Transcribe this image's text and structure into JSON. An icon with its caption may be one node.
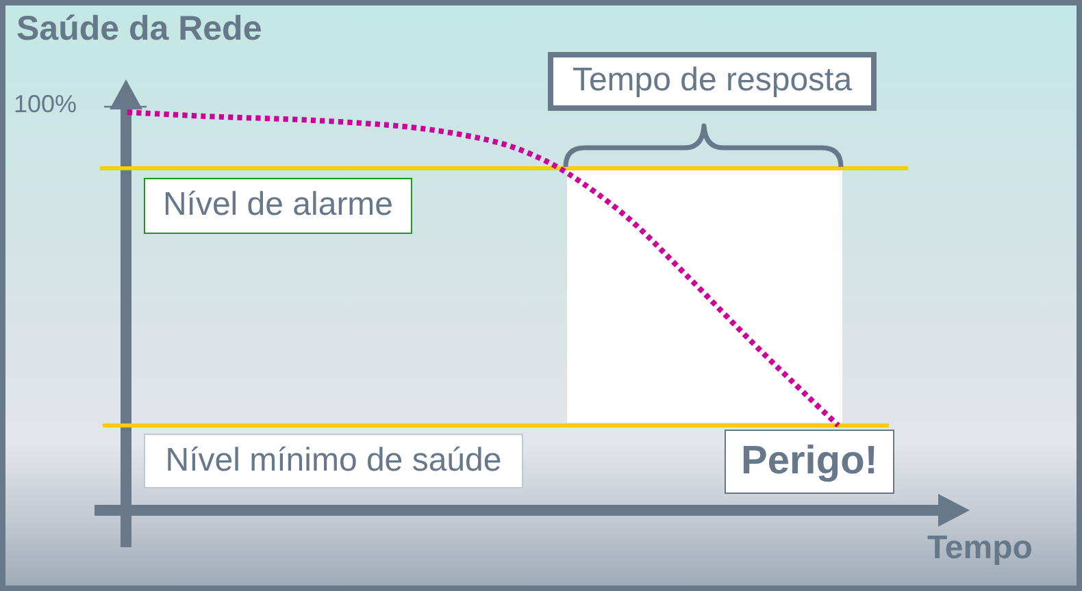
{
  "diagram": {
    "title": "Saúde da Rede",
    "nodes": [
      {
        "text": [
          "Tempo de resposta"
        ]
      },
      {
        "text": [
          "Nível de alarme"
        ]
      },
      {
        "text": [
          "Nível mínimo de saúde"
        ]
      },
      {
        "text": [
          "Perigo!"
        ]
      }
    ],
    "labels": [
      "100%",
      "Tempo"
    ]
  }
}
